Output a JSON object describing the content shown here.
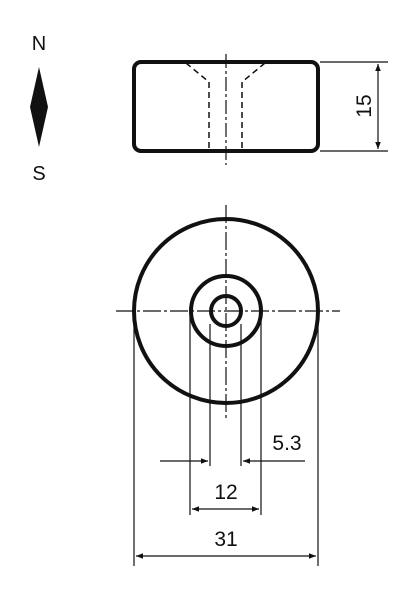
{
  "poles": {
    "north": "N",
    "south": "S"
  },
  "dimensions": {
    "height": "15",
    "hole_small": "5.3",
    "hole_large": "12",
    "outer_diameter": "31"
  },
  "colors": {
    "ink": "#111111",
    "background": "#ffffff"
  }
}
